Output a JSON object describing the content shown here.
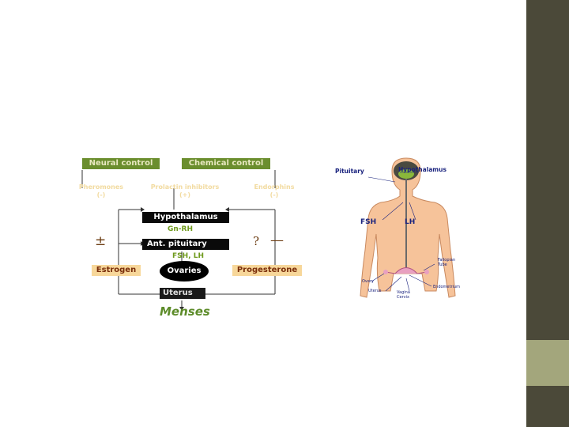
{
  "flow_diagram": {
    "neural_control": "Neural control",
    "chemical_control": "Chemical control",
    "faint_1_line1": "Pheromones",
    "faint_1_line2": "(-)",
    "faint_2_line1": "Prolactin inhibitors",
    "faint_2_line2": "(+)",
    "faint_3_line1": "Endorphins",
    "faint_3_line2": "(-)",
    "hypothalamus": "Hypothalamus",
    "gnrh": "Gn-RH",
    "ant_pituitary": "Ant. pituitary",
    "fsh_lh": "FSH, LH",
    "ovaries": "Ovaries",
    "estrogen": "Estrogen",
    "progesterone": "Progesterone",
    "uterus": "Uterus",
    "menses": "Menses",
    "plus_minus": "±",
    "question": "?",
    "minus": "—"
  },
  "anatomy": {
    "pituitary": "Pituitary",
    "hypothalamus": "Hypothalamus",
    "fsh": "FSH",
    "lh": "LH",
    "fallopian_line1": "Fallopian",
    "fallopian_line2": "Tube",
    "endometrium": "Endometrium",
    "ovary": "Ovary",
    "uterus": "Uterus",
    "vagina_cervix_line1": "Vagina",
    "vagina_cervix_line2": "Cervix"
  },
  "colors": {
    "sidebar_dark": "#4b4939",
    "sidebar_accent": "#a3a67c",
    "olive_box": "#6b8e2e",
    "menses_green": "#5d8c2a",
    "label_blue": "#1a237e"
  }
}
